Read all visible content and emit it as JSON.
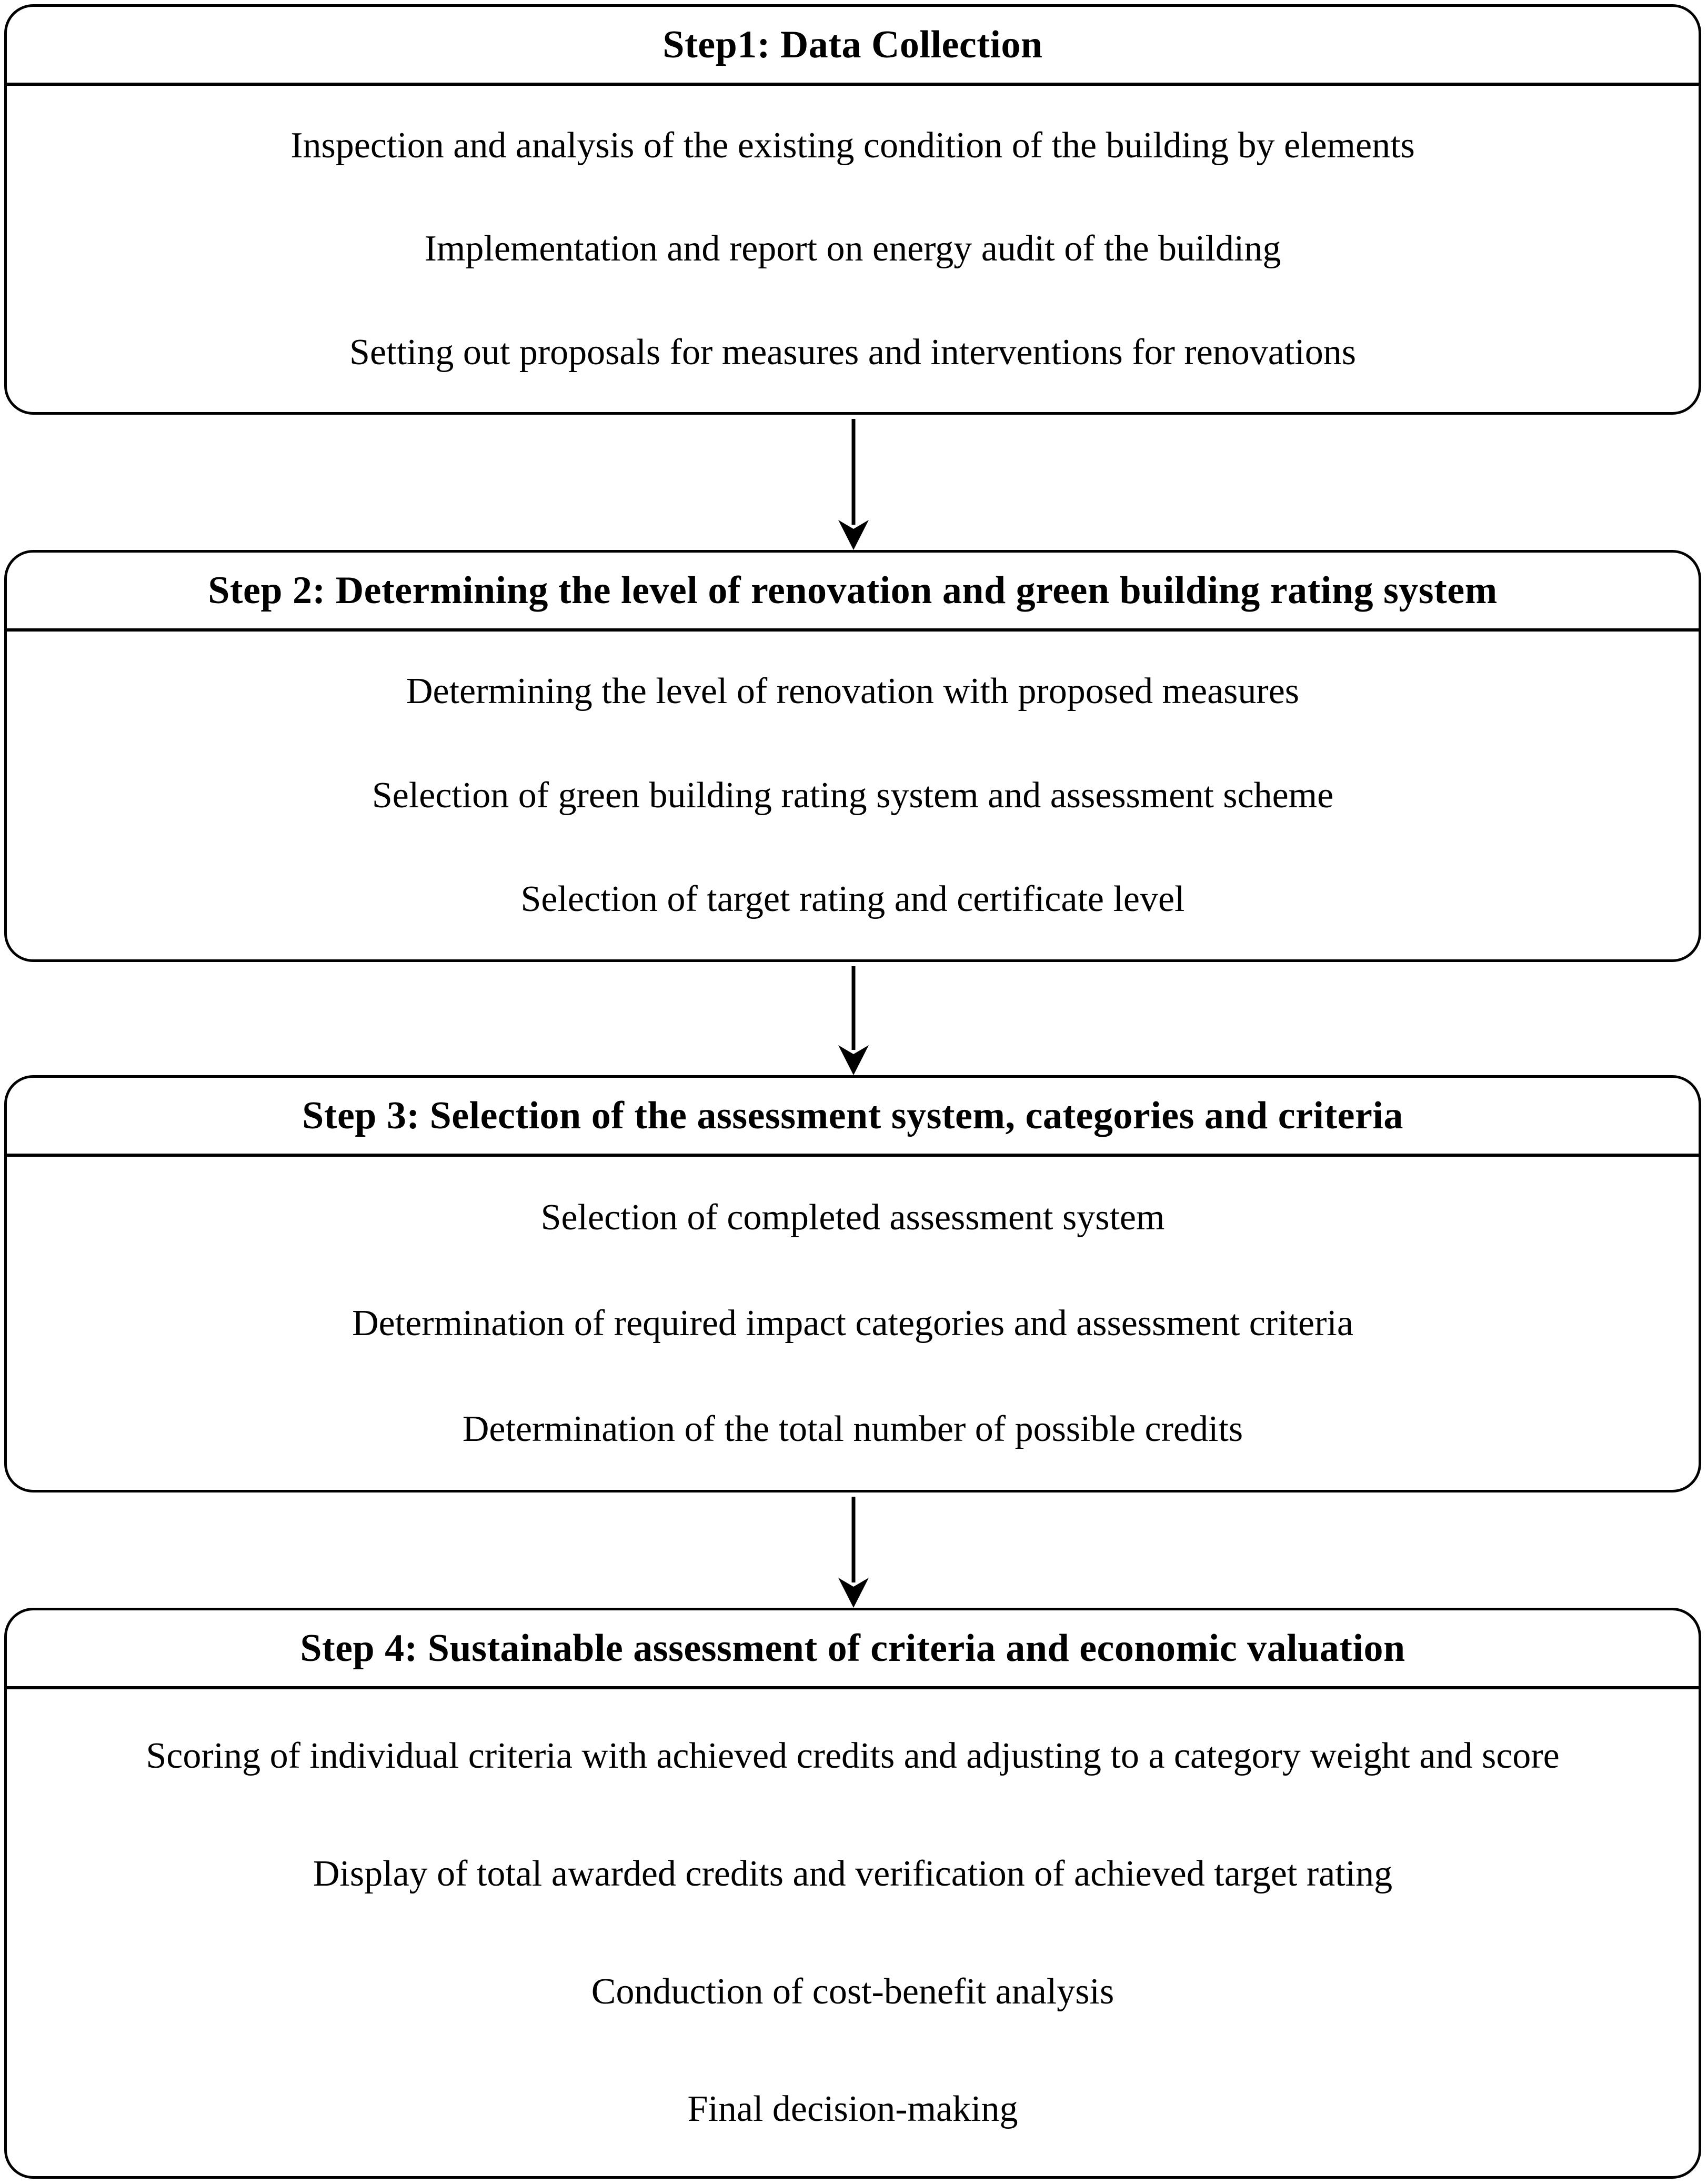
{
  "diagram": {
    "type": "flowchart",
    "background_color": "#ffffff",
    "line_color": "#000000",
    "text_color": "#000000",
    "connector_icon": "down-arrow",
    "connector_count": 3,
    "steps": [
      {
        "title": "Step1: Data Collection",
        "items": [
          "Inspection and analysis of the existing condition of the building by elements",
          "Implementation and report on energy audit of the building",
          "Setting out proposals for measures and interventions for renovations"
        ]
      },
      {
        "title": "Step 2: Determining the level of renovation and green building rating system",
        "items": [
          "Determining the level of renovation with proposed measures",
          "Selection of green building rating system and assessment scheme",
          "Selection of target rating and certificate level"
        ]
      },
      {
        "title": "Step 3: Selection of the assessment system, categories and criteria",
        "items": [
          "Selection of completed assessment system",
          "Determination of required impact categories and assessment criteria",
          "Determination of the total number of possible credits"
        ]
      },
      {
        "title": "Step 4: Sustainable assessment of criteria and economic valuation",
        "items": [
          "Scoring of individual criteria with achieved credits and adjusting to a category weight and score",
          "Display of total awarded credits and verification of achieved target rating",
          "Conduction of cost-benefit analysis",
          "Final decision-making"
        ]
      }
    ]
  }
}
